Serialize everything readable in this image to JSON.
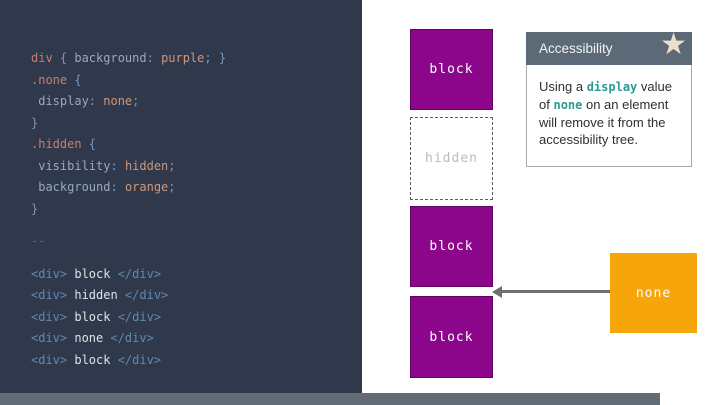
{
  "slide": {
    "bg": "#ffffff",
    "bottom_bar_color": "#626c76"
  },
  "code_panel": {
    "bg": "#2f394b",
    "colors": {
      "sel": "#c97e6d",
      "prop": "#97a9c0",
      "pun": "#7b96bb",
      "val": "#cf9779",
      "mut": "#5a6578",
      "tag": "#6288ae",
      "txt": "#dde3ea"
    },
    "lines": [
      {
        "segments": [
          {
            "t": "div ",
            "c": "sel"
          },
          {
            "t": "{ ",
            "c": "pun"
          },
          {
            "t": "background",
            "c": "prop"
          },
          {
            "t": ": ",
            "c": "pun"
          },
          {
            "t": "purple",
            "c": "val"
          },
          {
            "t": "; ",
            "c": "pun"
          },
          {
            "t": "}",
            "c": "pun"
          }
        ]
      },
      {
        "segments": [
          {
            "t": ".none ",
            "c": "sel"
          },
          {
            "t": "{",
            "c": "pun"
          }
        ]
      },
      {
        "segments": [
          {
            "t": " display",
            "c": "prop"
          },
          {
            "t": ": ",
            "c": "pun"
          },
          {
            "t": "none",
            "c": "val"
          },
          {
            "t": ";",
            "c": "pun"
          }
        ]
      },
      {
        "segments": [
          {
            "t": "}",
            "c": "pun"
          }
        ]
      },
      {
        "segments": [
          {
            "t": ".hidden ",
            "c": "sel"
          },
          {
            "t": "{",
            "c": "pun"
          }
        ]
      },
      {
        "segments": [
          {
            "t": " visibility",
            "c": "prop"
          },
          {
            "t": ": ",
            "c": "pun"
          },
          {
            "t": "hidden",
            "c": "val"
          },
          {
            "t": ";",
            "c": "pun"
          }
        ]
      },
      {
        "segments": [
          {
            "t": " background",
            "c": "prop"
          },
          {
            "t": ": ",
            "c": "pun"
          },
          {
            "t": "orange",
            "c": "val"
          },
          {
            "t": ";",
            "c": "pun"
          }
        ]
      },
      {
        "segments": [
          {
            "t": "}",
            "c": "pun"
          }
        ]
      },
      {
        "blank": true
      },
      {
        "segments": [
          {
            "t": "--",
            "c": "mut"
          }
        ]
      },
      {
        "blank": true
      },
      {
        "segments": [
          {
            "t": "<div>",
            "c": "tag"
          },
          {
            "t": " block ",
            "c": "txt"
          },
          {
            "t": "</div>",
            "c": "tag"
          }
        ]
      },
      {
        "segments": [
          {
            "t": "<div>",
            "c": "tag"
          },
          {
            "t": " hidden ",
            "c": "txt"
          },
          {
            "t": "</div>",
            "c": "tag"
          }
        ]
      },
      {
        "segments": [
          {
            "t": "<div>",
            "c": "tag"
          },
          {
            "t": " block ",
            "c": "txt"
          },
          {
            "t": "</div>",
            "c": "tag"
          }
        ]
      },
      {
        "segments": [
          {
            "t": "<div>",
            "c": "tag"
          },
          {
            "t": " none ",
            "c": "txt"
          },
          {
            "t": "</div>",
            "c": "tag"
          }
        ]
      },
      {
        "segments": [
          {
            "t": "<div>",
            "c": "tag"
          },
          {
            "t": " block ",
            "c": "txt"
          },
          {
            "t": "</div>",
            "c": "tag"
          }
        ]
      }
    ]
  },
  "diagram": {
    "block_color": "#8b068b",
    "arrow_color": "#6f6f6f",
    "blocks": [
      {
        "label": "block",
        "type": "block"
      },
      {
        "label": "hidden",
        "type": "hidden"
      },
      {
        "label": "block",
        "type": "block"
      },
      {
        "label": "block",
        "type": "block"
      }
    ],
    "none_box": {
      "label": "none",
      "color": "#f6a50a"
    }
  },
  "callout": {
    "title": "Accessibility",
    "star_icon": "★",
    "header_bg": "#5c6977",
    "mono_color": "#2a9b90",
    "body_segments": [
      {
        "t": "Using a ",
        "mono": false
      },
      {
        "t": "display",
        "mono": true
      },
      {
        "t": " value of ",
        "mono": false
      },
      {
        "t": "none",
        "mono": true
      },
      {
        "t": " on an element will remove it from the accessibility tree.",
        "mono": false
      }
    ]
  }
}
